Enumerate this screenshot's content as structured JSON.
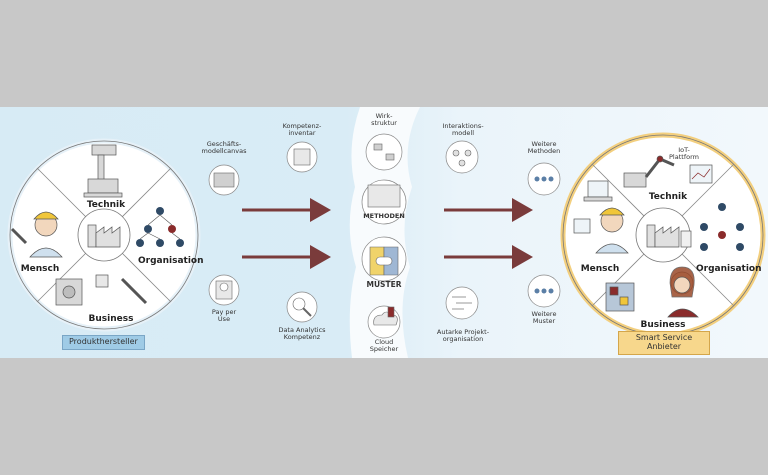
{
  "left_circle": {
    "segments": {
      "technik": "Technik",
      "organisation": "Organisation",
      "mensch": "Mensch",
      "business": "Business"
    },
    "tag": "Produkthersteller"
  },
  "right_circle": {
    "segments": {
      "technik": "Technik",
      "organisation": "Organisation",
      "mensch": "Mensch",
      "business": "Business"
    },
    "tag": "Smart Service\nAnbieter",
    "platform_label": "IoT-Plattform"
  },
  "tools": {
    "geschaefts": "Geschäfts-\nmodellcanvas",
    "kompetenz": "Kompetenz-\ninventar",
    "pay": "Pay per\nUse",
    "data_analytics": "Data Analytics\nKompetenz",
    "wirk": "Wirk-\nstruktur",
    "methoden": "METHODEN",
    "muster": "MUSTER",
    "cloud": "Cloud\nSpeicher",
    "interaktion": "Interaktions-\nmodell",
    "autarke": "Autarke Projekt-\norganisation",
    "weitere_methoden": "Weitere\nMethoden",
    "weitere_muster": "Weitere\nMuster"
  },
  "colors": {
    "left_tag": "#9fcbe6",
    "right_tag": "#f7d78c",
    "arrow": "#7a3b3b",
    "circle_border_left": "#e8f2f8",
    "circle_border_right": "#f3cf7e"
  }
}
